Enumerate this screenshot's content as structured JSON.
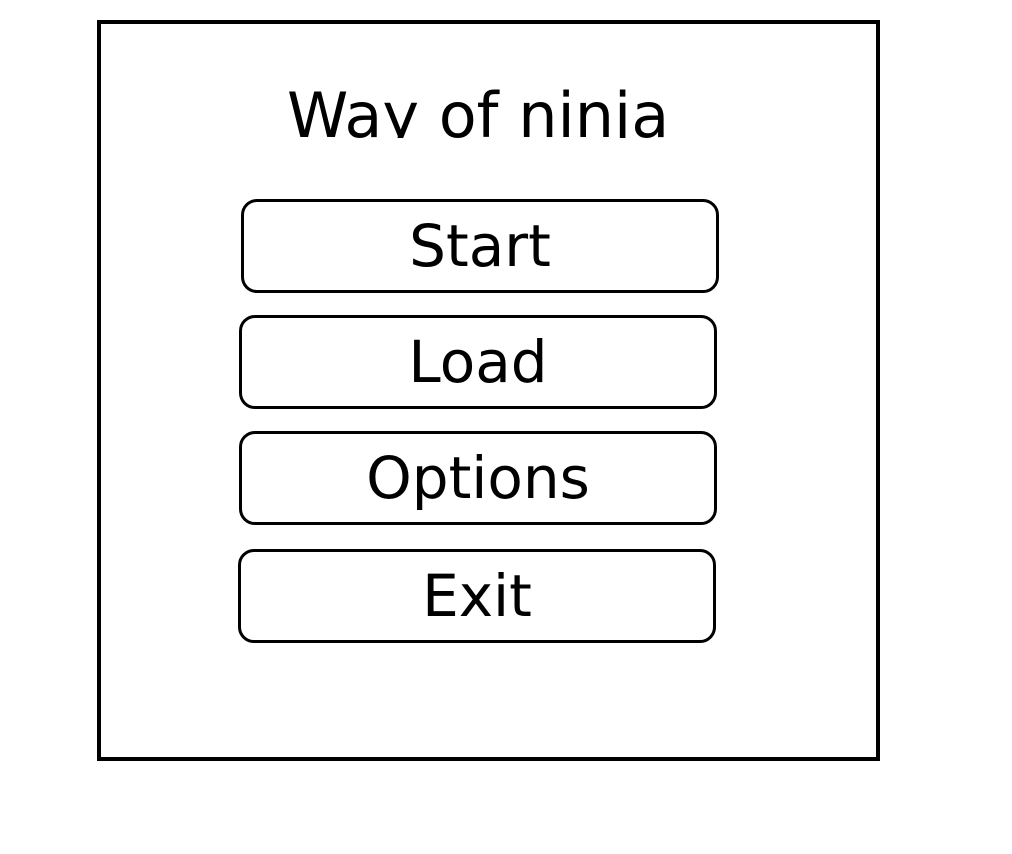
{
  "app": {
    "title": "Way of ninja"
  },
  "menu": {
    "items": [
      {
        "id": "start",
        "label": "Start"
      },
      {
        "id": "load",
        "label": "Load"
      },
      {
        "id": "options",
        "label": "Options"
      },
      {
        "id": "exit",
        "label": "Exit"
      }
    ]
  },
  "colors": {
    "background": "#ffffff",
    "border": "#000000",
    "text": "#000000"
  }
}
